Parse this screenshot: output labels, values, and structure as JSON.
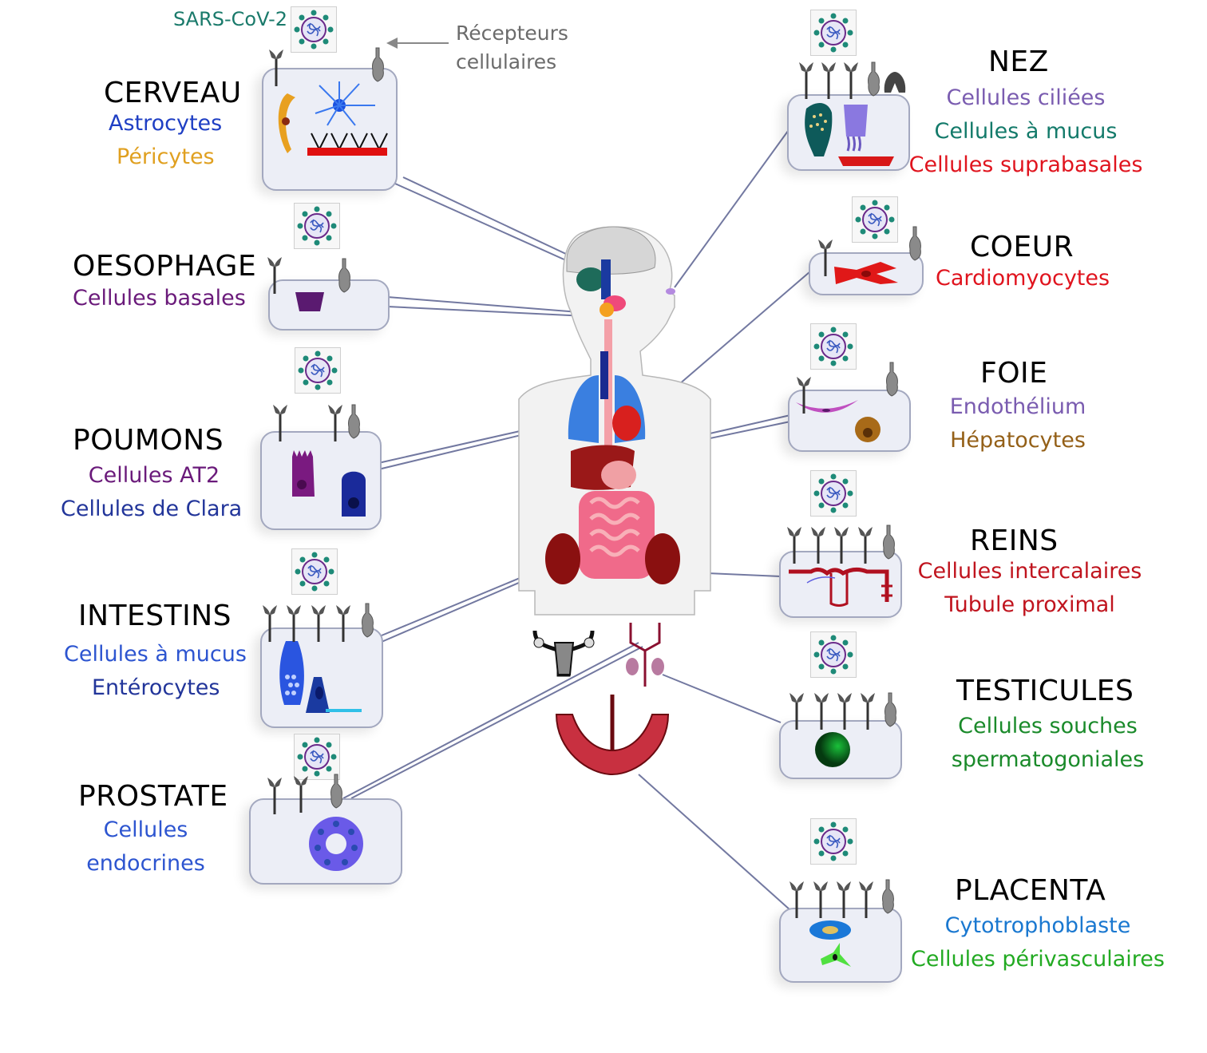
{
  "legend": {
    "virus_label": "SARS-CoV-2",
    "receptor_label_line1": "Récepteurs",
    "receptor_label_line2": "cellulaires"
  },
  "colors": {
    "virus_teal": "#1a7a6b",
    "box_fill": "#eceef6",
    "box_border": "#a3a8bf",
    "connector": "#5a6190"
  },
  "organs": {
    "cerveau": {
      "title": "CERVEAU",
      "cells": [
        {
          "label": "Astrocytes",
          "color": "#1f3fc4"
        },
        {
          "label": "Péricytes",
          "color": "#e0a020"
        }
      ]
    },
    "oesophage": {
      "title": "OESOPHAGE",
      "cells": [
        {
          "label": "Cellules basales",
          "color": "#6a1a7a"
        }
      ]
    },
    "poumons": {
      "title": "POUMONS",
      "cells": [
        {
          "label": "Cellules AT2",
          "color": "#6a1a7a"
        },
        {
          "label": "Cellules de Clara",
          "color": "#22359a"
        }
      ]
    },
    "intestins": {
      "title": "INTESTINS",
      "cells": [
        {
          "label": "Cellules à mucus",
          "color": "#2d55d0"
        },
        {
          "label": "Entérocytes",
          "color": "#22359a"
        }
      ]
    },
    "prostate": {
      "title": "PROSTATE",
      "cells": [
        {
          "label": "Cellules",
          "color": "#2d55d0"
        },
        {
          "label": "endocrines",
          "color": "#2d55d0"
        }
      ]
    },
    "nez": {
      "title": "NEZ",
      "cells": [
        {
          "label": "Cellules ciliées",
          "color": "#7a5cb0"
        },
        {
          "label": "Cellules à mucus",
          "color": "#137a6a"
        },
        {
          "label": "Cellules suprabasales",
          "color": "#e0141e"
        }
      ]
    },
    "coeur": {
      "title": "COEUR",
      "cells": [
        {
          "label": "Cardiomyocytes",
          "color": "#e0141e"
        }
      ]
    },
    "foie": {
      "title": "FOIE",
      "cells": [
        {
          "label": "Endothélium",
          "color": "#7a5cb0"
        },
        {
          "label": "Hépatocytes",
          "color": "#946018"
        }
      ]
    },
    "reins": {
      "title": "REINS",
      "cells": [
        {
          "label": "Cellules intercalaires",
          "color": "#c0141e"
        },
        {
          "label": "Tubule proximal",
          "color": "#c0141e"
        }
      ]
    },
    "testicules": {
      "title": "TESTICULES",
      "cells": [
        {
          "label": "Cellules souches",
          "color": "#1a8a2a"
        },
        {
          "label": "spermatogoniales",
          "color": "#1a8a2a"
        }
      ]
    },
    "placenta": {
      "title": "PLACENTA",
      "cells": [
        {
          "label": "Cytotrophoblaste",
          "color": "#1a78d0"
        },
        {
          "label": "Cellules périvasculaires",
          "color": "#22aa22"
        }
      ]
    }
  }
}
